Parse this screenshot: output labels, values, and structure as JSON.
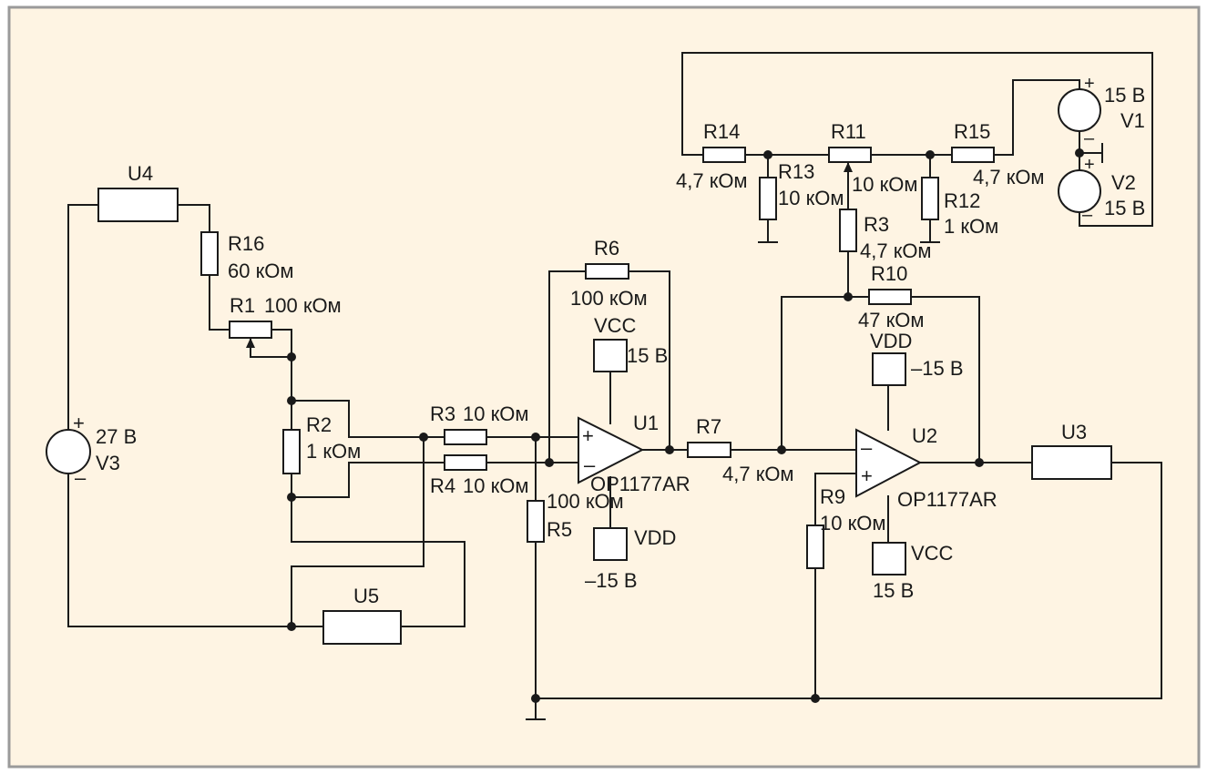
{
  "colors": {
    "background": "#fef4e3",
    "frame": "#9a9a9a",
    "ink": "#1a1a1a",
    "fill": "#ffffff"
  },
  "components": {
    "U4": "U4",
    "U5": "U5",
    "U3": "U3",
    "R16": {
      "name": "R16",
      "value": "60 кОм"
    },
    "R1": {
      "name": "R1",
      "value": "100 кОм"
    },
    "R2": {
      "name": "R2",
      "value": "1 кОм"
    },
    "R3_in": {
      "name": "R3",
      "value": "10 кОм"
    },
    "R4": {
      "name": "R4",
      "value": "10 кОм"
    },
    "R5": {
      "name": "R5",
      "value": "100 кОм"
    },
    "R6": {
      "name": "R6",
      "value": "100 кОм"
    },
    "R7": {
      "name": "R7",
      "value": "4,7 кОм"
    },
    "R9": {
      "name": "R9",
      "value": "10 кОм"
    },
    "R10": {
      "name": "R10",
      "value": "47 кОм"
    },
    "R3_top": {
      "name": "R3",
      "value": "4,7 кОм"
    },
    "R11": {
      "name": "R11",
      "value": "10 кОм"
    },
    "R12": {
      "name": "R12",
      "value": "1 кОм"
    },
    "R13": {
      "name": "R13",
      "value": "10 кОм"
    },
    "R14": {
      "name": "R14",
      "value": "4,7 кОм"
    },
    "R15": {
      "name": "R15",
      "value": "4,7 кОм"
    },
    "U1": {
      "name": "U1",
      "part": "OP1177AR"
    },
    "U2": {
      "name": "U2",
      "part": "OP1177AR"
    },
    "V1": {
      "name": "V1",
      "value": "15 В"
    },
    "V2": {
      "name": "V2",
      "value": "15 В"
    },
    "V3": {
      "name": "V3",
      "value": "27 В"
    },
    "VCC1": {
      "name": "VCC",
      "value": "15 В"
    },
    "VDD1": {
      "name": "VDD",
      "value": "–15 В"
    },
    "VDD2": {
      "name": "VDD",
      "value": "–15 В"
    },
    "VCC2": {
      "name": "VCC",
      "value": "15 В"
    }
  },
  "symbols": {
    "plus": "+",
    "minus": "–"
  }
}
